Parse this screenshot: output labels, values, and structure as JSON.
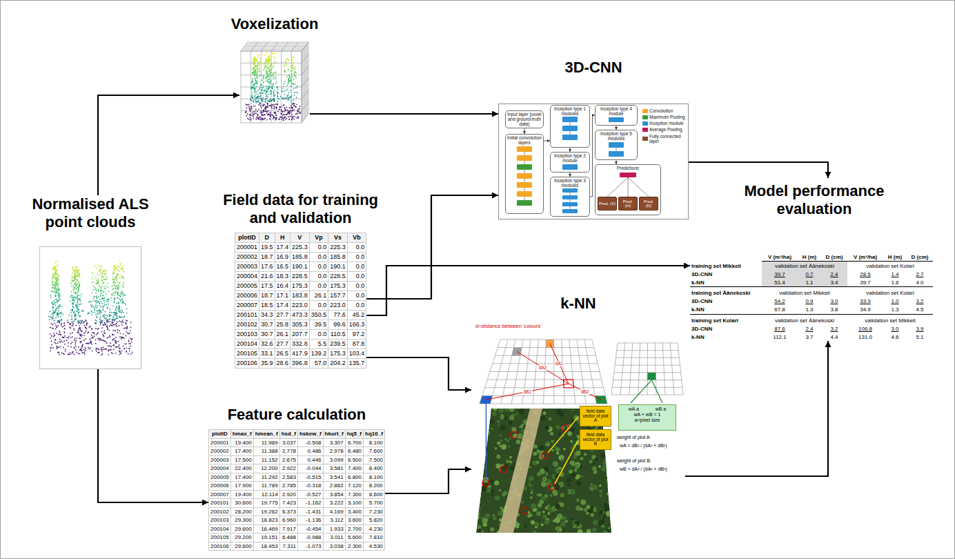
{
  "diagram": {
    "nodes": [
      {
        "text": [
          "Voxelization"
        ]
      },
      {
        "text": [
          "3D-CNN"
        ]
      },
      {
        "text": [
          "Input layer (voxel and ground-truth data)"
        ],
        "in": 1
      },
      {
        "text": [
          "Initial convolution layers"
        ],
        "in": 1
      },
      {
        "text": [
          "Inception type 1 modules"
        ],
        "in": 1
      },
      {
        "text": [
          "Inception type 2 module"
        ],
        "in": 1
      },
      {
        "text": [
          "Inception type 3 modules"
        ],
        "in": 1
      },
      {
        "text": [
          "Inception type 4 module"
        ],
        "in": 1
      },
      {
        "text": [
          "Inception type 5 modules"
        ],
        "in": 1
      },
      {
        "text": [
          "Predictions"
        ],
        "in": 1
      },
      {
        "text": [
          "Pred. (V)"
        ],
        "in": 9
      },
      {
        "text": [
          "Pred. (H)"
        ],
        "in": 9
      },
      {
        "text": [
          "Pred. (D)"
        ],
        "in": 9
      },
      {
        "text": [
          "Normalised ALS point clouds"
        ]
      },
      {
        "text": [
          "Field data for training and validation",
          "plotID",
          "D",
          "H",
          "V",
          "Vp",
          "Vs",
          "Vb",
          "200001",
          "19.5",
          "17.4",
          "225.3",
          "0.0",
          "225.3",
          "0.0",
          "200002",
          "18.7",
          "16.9",
          "185.8",
          "0.0",
          "185.8",
          "0.0",
          "200003",
          "17.6",
          "16.5",
          "190.1",
          "0.0",
          "190.1",
          "0.0",
          "200004",
          "21.6",
          "18.3",
          "228.5",
          "0.0",
          "228.5",
          "0.0",
          "200005",
          "17.5",
          "16.4",
          "175.3",
          "0.0",
          "175.3",
          "0.0",
          "200006",
          "18.7",
          "17.1",
          "183.8",
          "26.1",
          "157.7",
          "0.0",
          "200007",
          "18.5",
          "17.4",
          "223.0",
          "0.0",
          "223.0",
          "0.0",
          "200101",
          "34.3",
          "27.7",
          "473.3",
          "350.5",
          "77.6",
          "45.2",
          "200102",
          "30.7",
          "25.8",
          "305.3",
          "39.5",
          "99.6",
          "166.3",
          "200103",
          "30.7",
          "26.1",
          "207.7",
          "0.0",
          "110.5",
          "97.2",
          "200104",
          "32.6",
          "27.7",
          "332.8",
          "5.5",
          "239.5",
          "87.8",
          "200105",
          "33.1",
          "26.5",
          "417.9",
          "139.2",
          "175.3",
          "103.4",
          "200106",
          "35.9",
          "28.6",
          "396.8",
          "57.0",
          "204.2",
          "135.7"
        ]
      },
      {
        "text": [
          "Model performance evaluation",
          "V (m³/ha)",
          "H (m)",
          "D (cm)",
          "V (m³/ha)",
          "H (m)",
          "D (cm)",
          "training set Mikkeli",
          "validation set Äänekoski",
          "validation set Kolari",
          "3D-CNN",
          "39.7",
          "0.7",
          "2.4",
          "28.5",
          "1.4",
          "2.7",
          "k-NN",
          "51.4",
          "1.1",
          "3.4",
          "39.7",
          "1.6",
          "4.0",
          "training set Äänekoski",
          "validation set Mikkeli",
          "validation set Kolari",
          "3D-CNN",
          "54.2",
          "0.9",
          "3.0",
          "33.9",
          "1.0",
          "3.2",
          "k-NN",
          "67.8",
          "1.3",
          "3.8",
          "34.9",
          "1.3",
          "4.5",
          "training set Kolari",
          "validation set Äänekoski",
          "validation set Mikkeli",
          "3D-CNN",
          "87.6",
          "2.4",
          "3.2",
          "106.8",
          "3.0",
          "3.9",
          "k-NN",
          "112.1",
          "3.7",
          "4.4",
          "131.0",
          "4.6",
          "5.1"
        ]
      },
      {
        "text": [
          "k-NN"
        ]
      },
      {
        "text": [
          "field data vector of plot A"
        ],
        "in": 16
      },
      {
        "text": [
          "field data vector of plot B"
        ],
        "in": 16
      },
      {
        "text": [
          "wA a",
          "wB a",
          "wA + wB = 1",
          "a=pixel size"
        ],
        "in": 16
      },
      {
        "text": [
          "Feature calculation",
          "plotID",
          "hmax_f",
          "hmean_f",
          "hsd_f",
          "hskew_f",
          "hkurt_f",
          "hq5_f",
          "hq10_f",
          "200001",
          "19.400",
          "11.989",
          "3.037",
          "-0.508",
          "3.307",
          "6.700",
          "8.100",
          "200002",
          "17.400",
          "11.388",
          "2.778",
          "0.486",
          "2.978",
          "6.480",
          "7.600",
          "200003",
          "17.500",
          "11.152",
          "2.675",
          "0.446",
          "3.099",
          "6.500",
          "7.500",
          "200004",
          "22.400",
          "12.200",
          "2.922",
          "-0.044",
          "3.581",
          "7.400",
          "8.400",
          "200005",
          "17.400",
          "11.292",
          "2.583",
          "-0.515",
          "3.541",
          "6.800",
          "8.100",
          "200006",
          "17.900",
          "11.789",
          "2.785",
          "-0.318",
          "2.862",
          "7.120",
          "8.200",
          "200007",
          "19.400",
          "12.114",
          "2.920",
          "-0.527",
          "3.854",
          "7.300",
          "8.600",
          "200101",
          "30.600",
          "19.775",
          "7.423",
          "-1.162",
          "3.222",
          "3.100",
          "5.700",
          "200102",
          "28.200",
          "19.262",
          "6.373",
          "-1.431",
          "4.169",
          "3.400",
          "7.230",
          "200103",
          "29.300",
          "18.823",
          "6.960",
          "-1.136",
          "3.112",
          "3.600",
          "5.820",
          "200104",
          "29.600",
          "16.469",
          "7.917",
          "-0.454",
          "1.933",
          "2.700",
          "4.230",
          "200105",
          "29.200",
          "19.151",
          "6.488",
          "-0.988",
          "3.011",
          "5.600",
          "7.810",
          "200106",
          "29.600",
          "18.453",
          "7.311",
          "-1.073",
          "3.038",
          "2.300",
          "4.530"
        ]
      }
    ],
    "edges": [
      {
        "from": 13,
        "to": 0,
        "arrow": "to"
      },
      {
        "from": 13,
        "to": 20,
        "arrow": "to"
      },
      {
        "from": 0,
        "to": 1,
        "arrow": "to"
      },
      {
        "from": 14,
        "to": 1,
        "arrow": "to"
      },
      {
        "from": 14,
        "to": 15,
        "arrow": "to"
      },
      {
        "from": 14,
        "to": 16,
        "arrow": "to"
      },
      {
        "from": 20,
        "to": 16,
        "arrow": "to"
      },
      {
        "from": 1,
        "to": 15,
        "arrow": "to"
      },
      {
        "from": 16,
        "to": 15,
        "arrow": "to"
      },
      {
        "from": 2,
        "to": 3,
        "arrow": "to"
      },
      {
        "from": 3,
        "to": 4,
        "arrow": "to"
      },
      {
        "from": 4,
        "to": 5,
        "arrow": "to"
      },
      {
        "from": 5,
        "to": 6,
        "arrow": "to"
      },
      {
        "from": 6,
        "to": 7,
        "arrow": "to"
      },
      {
        "from": 7,
        "to": 8,
        "arrow": "to"
      },
      {
        "from": 8,
        "to": 9,
        "arrow": "to"
      }
    ],
    "labels": [
      "d=distance between 'colours'",
      "dA1",
      "dA2",
      "dB1",
      "dB2",
      "weight of plot A:",
      "wA = dB² / (dA² + dB²)",
      "weight of plot B:",
      "wB = dA² / (dA² + dB²)"
    ],
    "legend": [
      {
        "text": "Convolution",
        "color": "#f5a623"
      },
      {
        "text": "Maximum Pooling",
        "color": "#3f9b35"
      },
      {
        "text": "Inception module",
        "color": "#2d8fd5"
      },
      {
        "text": "Average Pooling",
        "color": "#c2185b"
      },
      {
        "text": "Fully connected layer",
        "color": "#8b4a2b"
      }
    ]
  }
}
